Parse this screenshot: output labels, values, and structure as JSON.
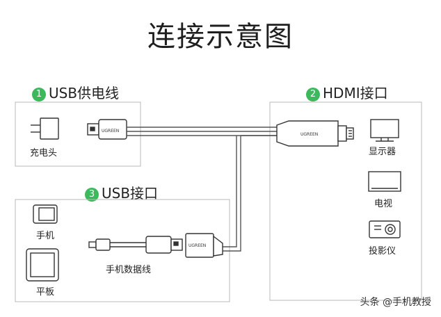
{
  "title": "连接示意图",
  "sections": {
    "usb_power": {
      "num": "1",
      "label": "USB供电线"
    },
    "hdmi": {
      "num": "2",
      "label": "HDMI接口"
    },
    "usb_port": {
      "num": "3",
      "label": "USB接口"
    }
  },
  "devices": {
    "charger": "充电头",
    "phone": "手机",
    "tablet": "平板",
    "data_cable": "手机数据线",
    "display": "显示器",
    "tv": "电视",
    "projector": "投影仪"
  },
  "brand_text": "UGREEN",
  "watermark": "头条 @手机教授",
  "colors": {
    "accent": "#3db85c",
    "box_border": "#b9b9b9",
    "cable": "#555555"
  }
}
